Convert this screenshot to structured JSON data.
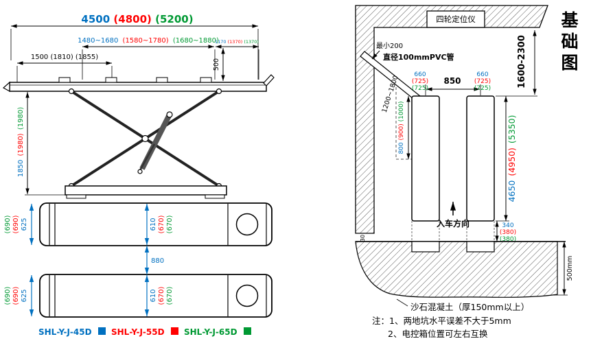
{
  "colors": {
    "model_45d": "#0070C0",
    "model_55d": "#FF0000",
    "model_65d": "#009933"
  },
  "legend": [
    {
      "label": "SHL-Y-J-45D",
      "color": "#0070C0"
    },
    {
      "label": "SHL-Y-J-55D",
      "color": "#FF0000"
    },
    {
      "label": "SHL-Y-J-65D",
      "color": "#009933"
    }
  ],
  "side_view": {
    "overall_length": {
      "d45": "4500",
      "d55": "(4800)",
      "d65": "(5200)"
    },
    "platform_length": {
      "d45": "1480~1680",
      "d55": "(1580~1780)",
      "d65": "(1680~1880)"
    },
    "rear_length": {
      "d45": "1170",
      "d55": "(1370)",
      "d65": "(1370)"
    },
    "front_length": "1500 (1810) (1855)",
    "min_height": "500",
    "lift_height": {
      "d45": "1850",
      "d55": "(1980)",
      "d65": "(1980)"
    }
  },
  "plan_view": {
    "platform_width": {
      "d65": "(690)",
      "d55": "(690)",
      "d45": "625"
    },
    "inner_width": {
      "d45": "610",
      "d55": "(670)",
      "d65": "(670)"
    },
    "center_gap": "880"
  },
  "foundation": {
    "title": "基础图",
    "aligner_label": "四轮定位仪",
    "wall_distance": "1600-2300",
    "min_clearance": "最小200",
    "pipe_label": "直径100mmPVC管",
    "pipe_length": "1200~1800",
    "pit_spacing": "850",
    "pit_width_left": {
      "d45": "660",
      "d55": "(725)",
      "d65": "(725)"
    },
    "pit_width_right": {
      "d45": "660",
      "d55": "(725)",
      "d65": "(725)"
    },
    "box_depth": {
      "d45": "800",
      "d55": "(900)",
      "d65": "(1000)"
    },
    "pit_length": {
      "d45": "4650",
      "d55": "(4950)",
      "d65": "(5350)"
    },
    "drive_direction": "入车方向",
    "rear_edge": {
      "d45": "340",
      "d55": "(380)",
      "d65": "(380)"
    },
    "wall_gap": "30",
    "depth": "500mm",
    "concrete_label": "沙石混凝土（厚150mm以上）",
    "note1": "注：1、两地坑水平误差不大于5mm",
    "note2": "2、电控箱位置可左右互换"
  }
}
